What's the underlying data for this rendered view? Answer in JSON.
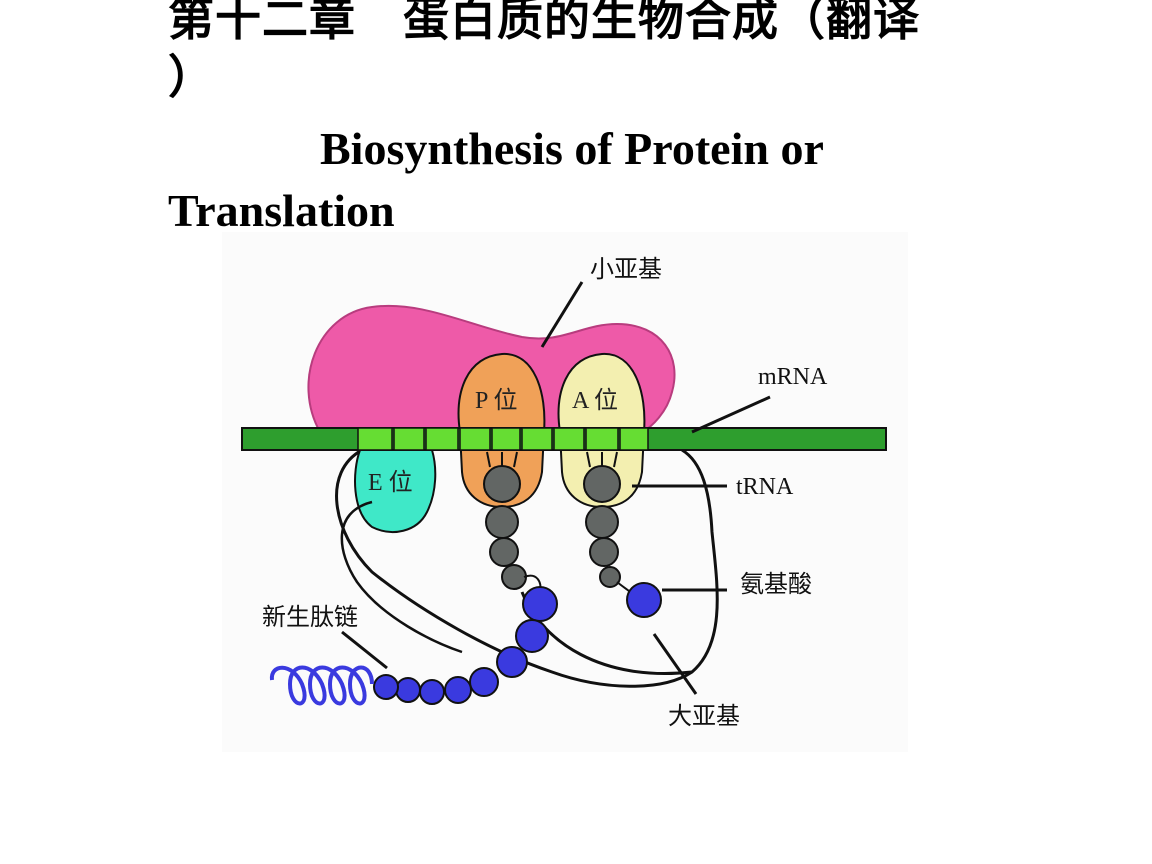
{
  "title": {
    "chinese_line1": "第十二章　蛋白质的生物合成（翻译",
    "chinese_line2": "）",
    "english_line1": "Biosynthesis of Protein or",
    "english_line2": "Translation"
  },
  "figure": {
    "labels": {
      "small_subunit": "小亚基",
      "mrna": "mRNA",
      "trna": "tRNA",
      "amino_acid": "氨基酸",
      "nascent_peptide": "新生肽链",
      "large_subunit": "大亚基"
    },
    "sites": {
      "p": "P 位",
      "a": "A 位",
      "e": "E 位"
    },
    "colors": {
      "small_subunit": "#ee5aa8",
      "mrna_strand": "#2e9e2e",
      "codon": "#66dd33",
      "p_site": "#f0a158",
      "a_site": "#f3efb0",
      "e_site": "#3fe8c8",
      "trna": "#626664",
      "amino_acid": "#3a3adf"
    }
  }
}
